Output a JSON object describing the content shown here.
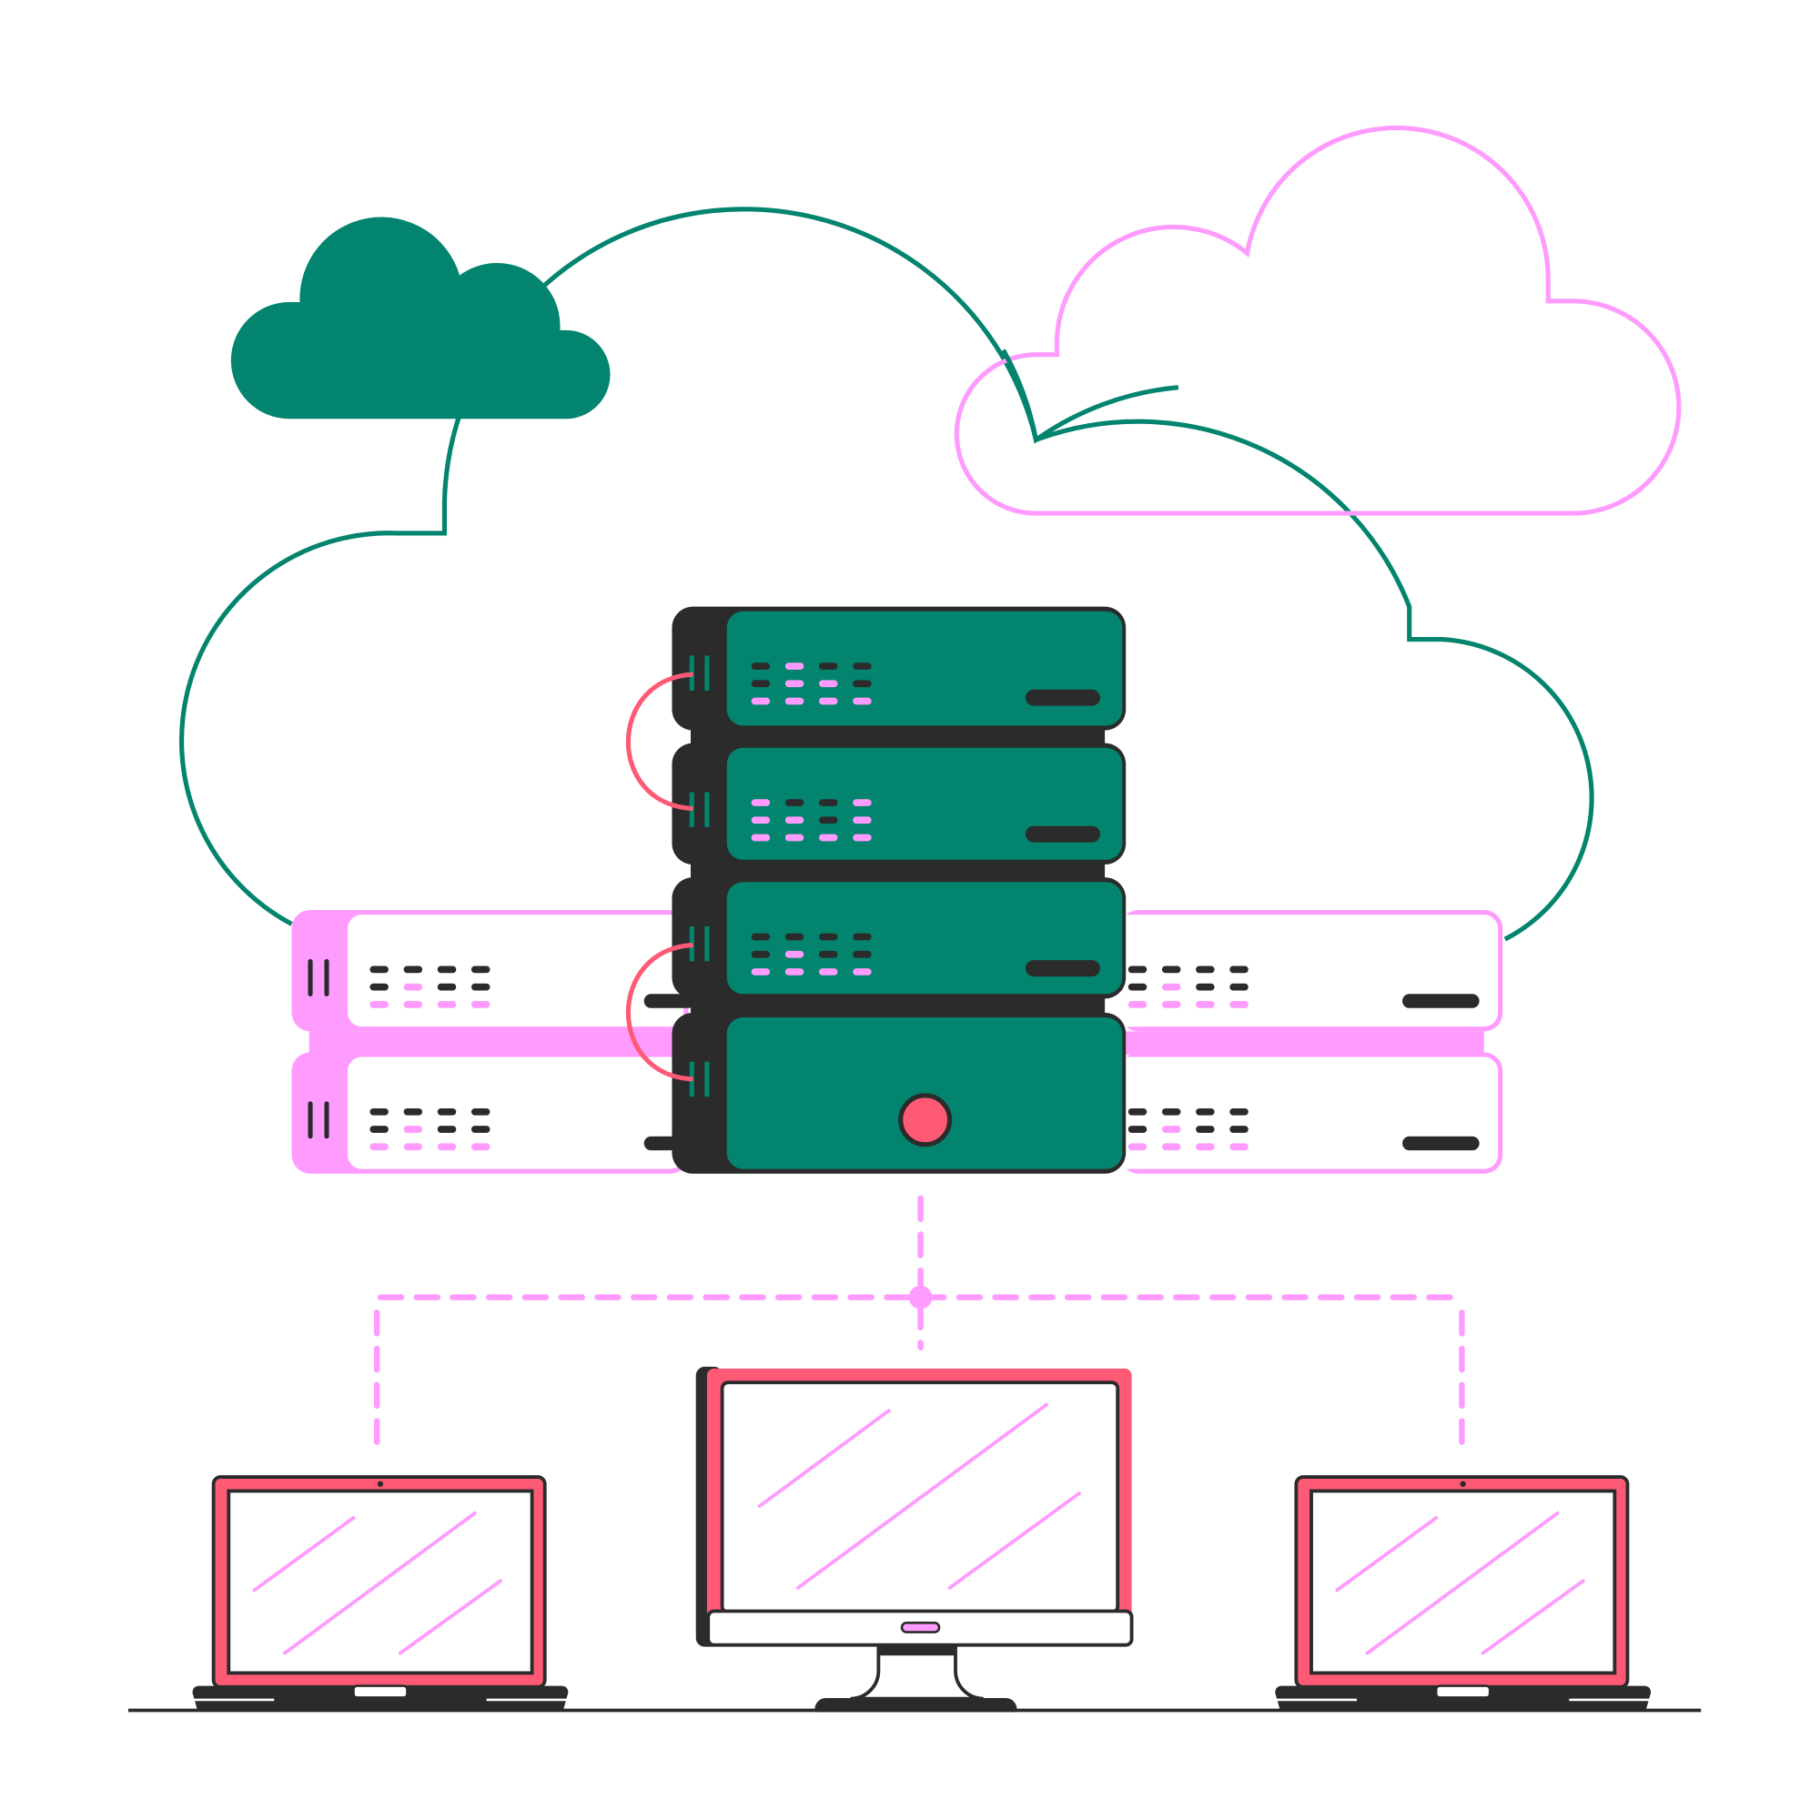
{
  "colors": {
    "green": "#02846E",
    "pink": "#FF9BFF",
    "red": "#FF5A75",
    "dark": "#2B2B2B",
    "white": "#FFFFFF"
  },
  "illustration": {
    "clouds": 3,
    "server_units": 4,
    "rack_units_per_side": 2,
    "client_devices": [
      "laptop",
      "monitor",
      "laptop"
    ]
  }
}
